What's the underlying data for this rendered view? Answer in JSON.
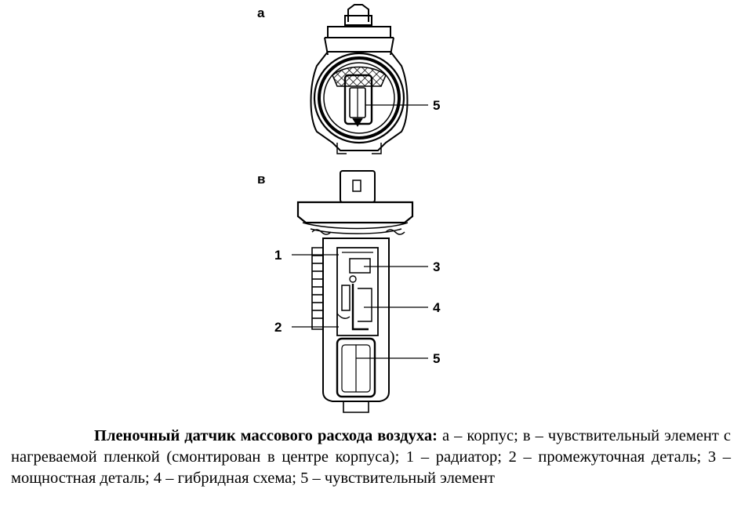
{
  "figure": {
    "view_a_label": "а",
    "view_b_label": "в",
    "callouts": {
      "a5": "5",
      "b1": "1",
      "b2": "2",
      "b3": "3",
      "b4": "4",
      "b5": "5"
    }
  },
  "caption": {
    "title": "Пленочный датчик массового расхода воздуха:",
    "text": " а – корпус; в – чувствительный элемент с нагреваемой пленкой (смонтирован в центре корпуса); 1 – радиатор; 2 – промежуточная деталь; 3 – мощностная деталь; 4 – гибридная схема; 5 – чувствительный элемент"
  }
}
